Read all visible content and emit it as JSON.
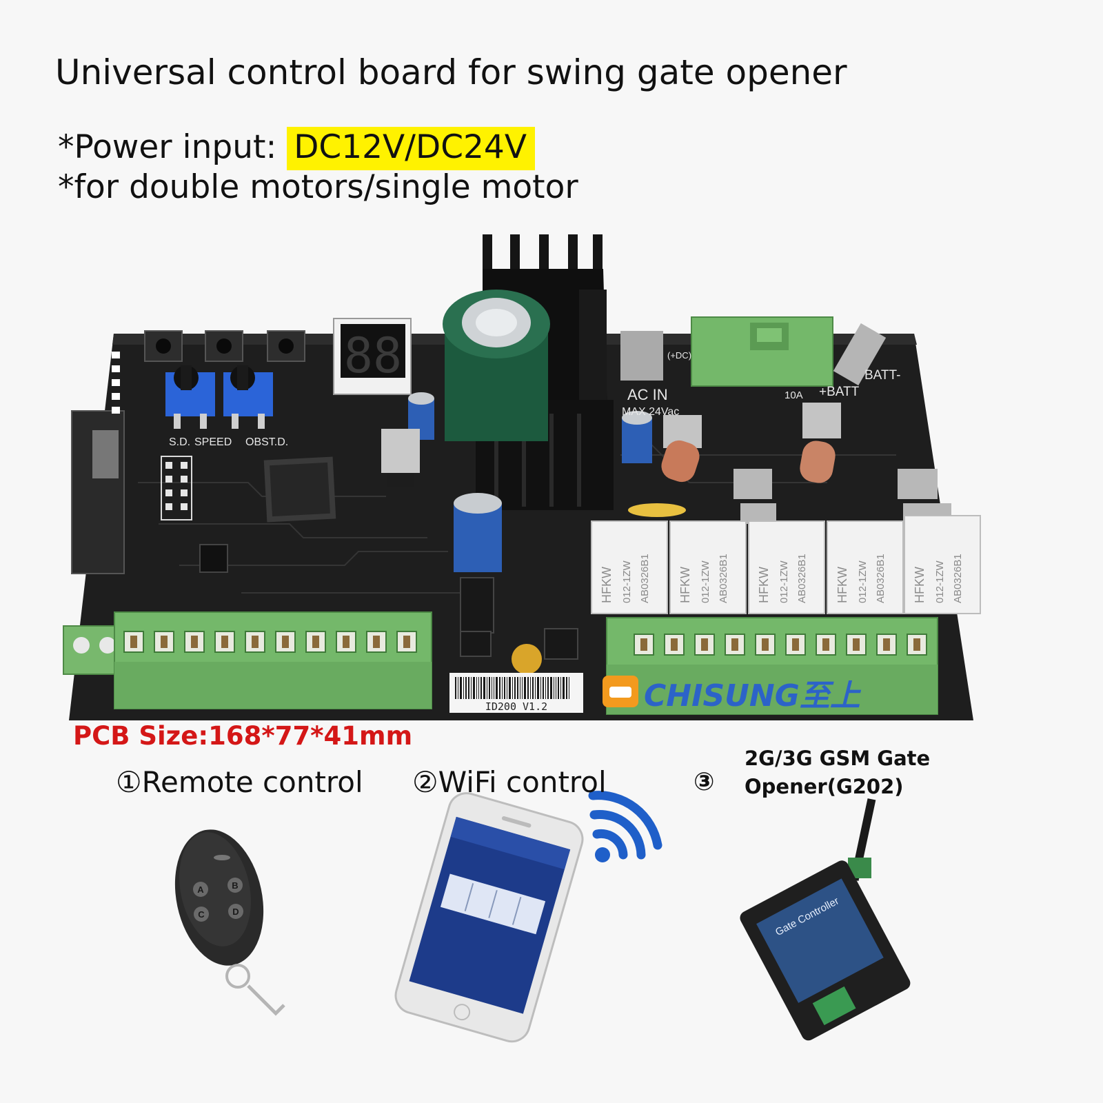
{
  "title": "Universal control board for swing gate opener",
  "power_prefix": "*Power input: ",
  "power_value": "DC12V/DC24V",
  "motors_line": "*for double motors/single motor",
  "pcb_size": "PCB Size:168*77*41mm",
  "board": {
    "display_digits": "88",
    "labels": {
      "sd_speed": "S.D.",
      "speed": "SPEED",
      "obst": "OBST.D.",
      "ac_in": "AC IN",
      "max_volt": "MAX 24Vac",
      "batt_minus": "BATT-",
      "batt_plus": "+BATT",
      "fuse": "10A",
      "dc": "(+DC)",
      "relay": "HFKW",
      "relay_model": "012-1ZW",
      "relay_code": "AB0326B1",
      "barcode": "ID200 V1.2"
    },
    "brand": "CHISUNG至上"
  },
  "options": [
    {
      "num": "①",
      "label": "Remote control"
    },
    {
      "num": "②",
      "label": "WiFi control"
    },
    {
      "num": "③",
      "label_line1": "2G/3G GSM Gate",
      "label_line2": "Opener(G202)"
    }
  ],
  "remote_buttons": [
    "A",
    "B",
    "C",
    "D"
  ],
  "gsm_device_label": "Gate Controller",
  "colors": {
    "highlight": "#fff200",
    "pcb_size_text": "#d41717",
    "pcb_green": "#74b86a",
    "board_black": "#1e1e1e",
    "wifi_blue": "#1f5fc9"
  }
}
